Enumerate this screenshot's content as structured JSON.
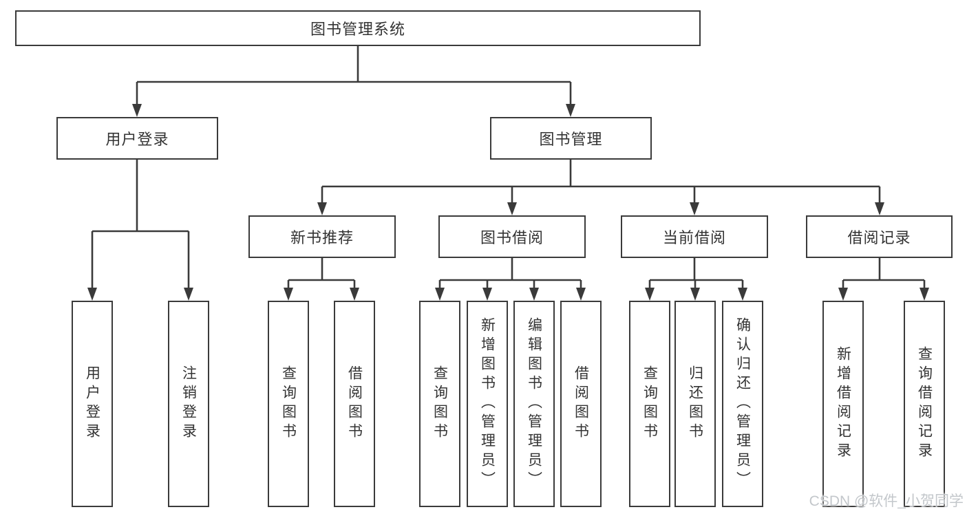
{
  "meta": {
    "watermark": "CSDN @软件_小贺同学"
  },
  "colors": {
    "line": "#3a3a3a",
    "text": "#333333",
    "background": "#ffffff",
    "watermark": "#c3c7cb"
  },
  "nodes": {
    "root": {
      "label": "图书管理系统"
    },
    "user_login": {
      "label": "用户登录"
    },
    "book_mgmt": {
      "label": "图书管理"
    },
    "new_book_rec": {
      "label": "新书推荐"
    },
    "book_borrow": {
      "label": "图书借阅"
    },
    "current_borrow": {
      "label": "当前借阅"
    },
    "borrow_records": {
      "label": "借阅记录"
    },
    "leaf_user_login": {
      "label": "用户登录"
    },
    "leaf_logout": {
      "label": "注销登录"
    },
    "leaf_nbr_query": {
      "label": "查询图书"
    },
    "leaf_nbr_borrow": {
      "label": "借阅图书"
    },
    "leaf_bb_query": {
      "label": "查询图书"
    },
    "leaf_bb_add": {
      "label": "新增图书（管理员）"
    },
    "leaf_bb_edit": {
      "label": "编辑图书（管理员）"
    },
    "leaf_bb_borrow": {
      "label": "借阅图书"
    },
    "leaf_cb_query": {
      "label": "查询图书"
    },
    "leaf_cb_return": {
      "label": "归还图书"
    },
    "leaf_cb_confirm": {
      "label": "确认归还（管理员）"
    },
    "leaf_br_add": {
      "label": "新增借阅记录"
    },
    "leaf_br_query": {
      "label": "查询借阅记录"
    }
  },
  "hierarchy": {
    "label": "图书管理系统",
    "children": [
      {
        "label": "用户登录",
        "children": [
          "用户登录",
          "注销登录"
        ]
      },
      {
        "label": "图书管理",
        "children": [
          {
            "label": "新书推荐",
            "children": [
              "查询图书",
              "借阅图书"
            ]
          },
          {
            "label": "图书借阅",
            "children": [
              "查询图书",
              "新增图书（管理员）",
              "编辑图书（管理员）",
              "借阅图书"
            ]
          },
          {
            "label": "当前借阅",
            "children": [
              "查询图书",
              "归还图书",
              "确认归还（管理员）"
            ]
          },
          {
            "label": "借阅记录",
            "children": [
              "新增借阅记录",
              "查询借阅记录"
            ]
          }
        ]
      }
    ]
  }
}
